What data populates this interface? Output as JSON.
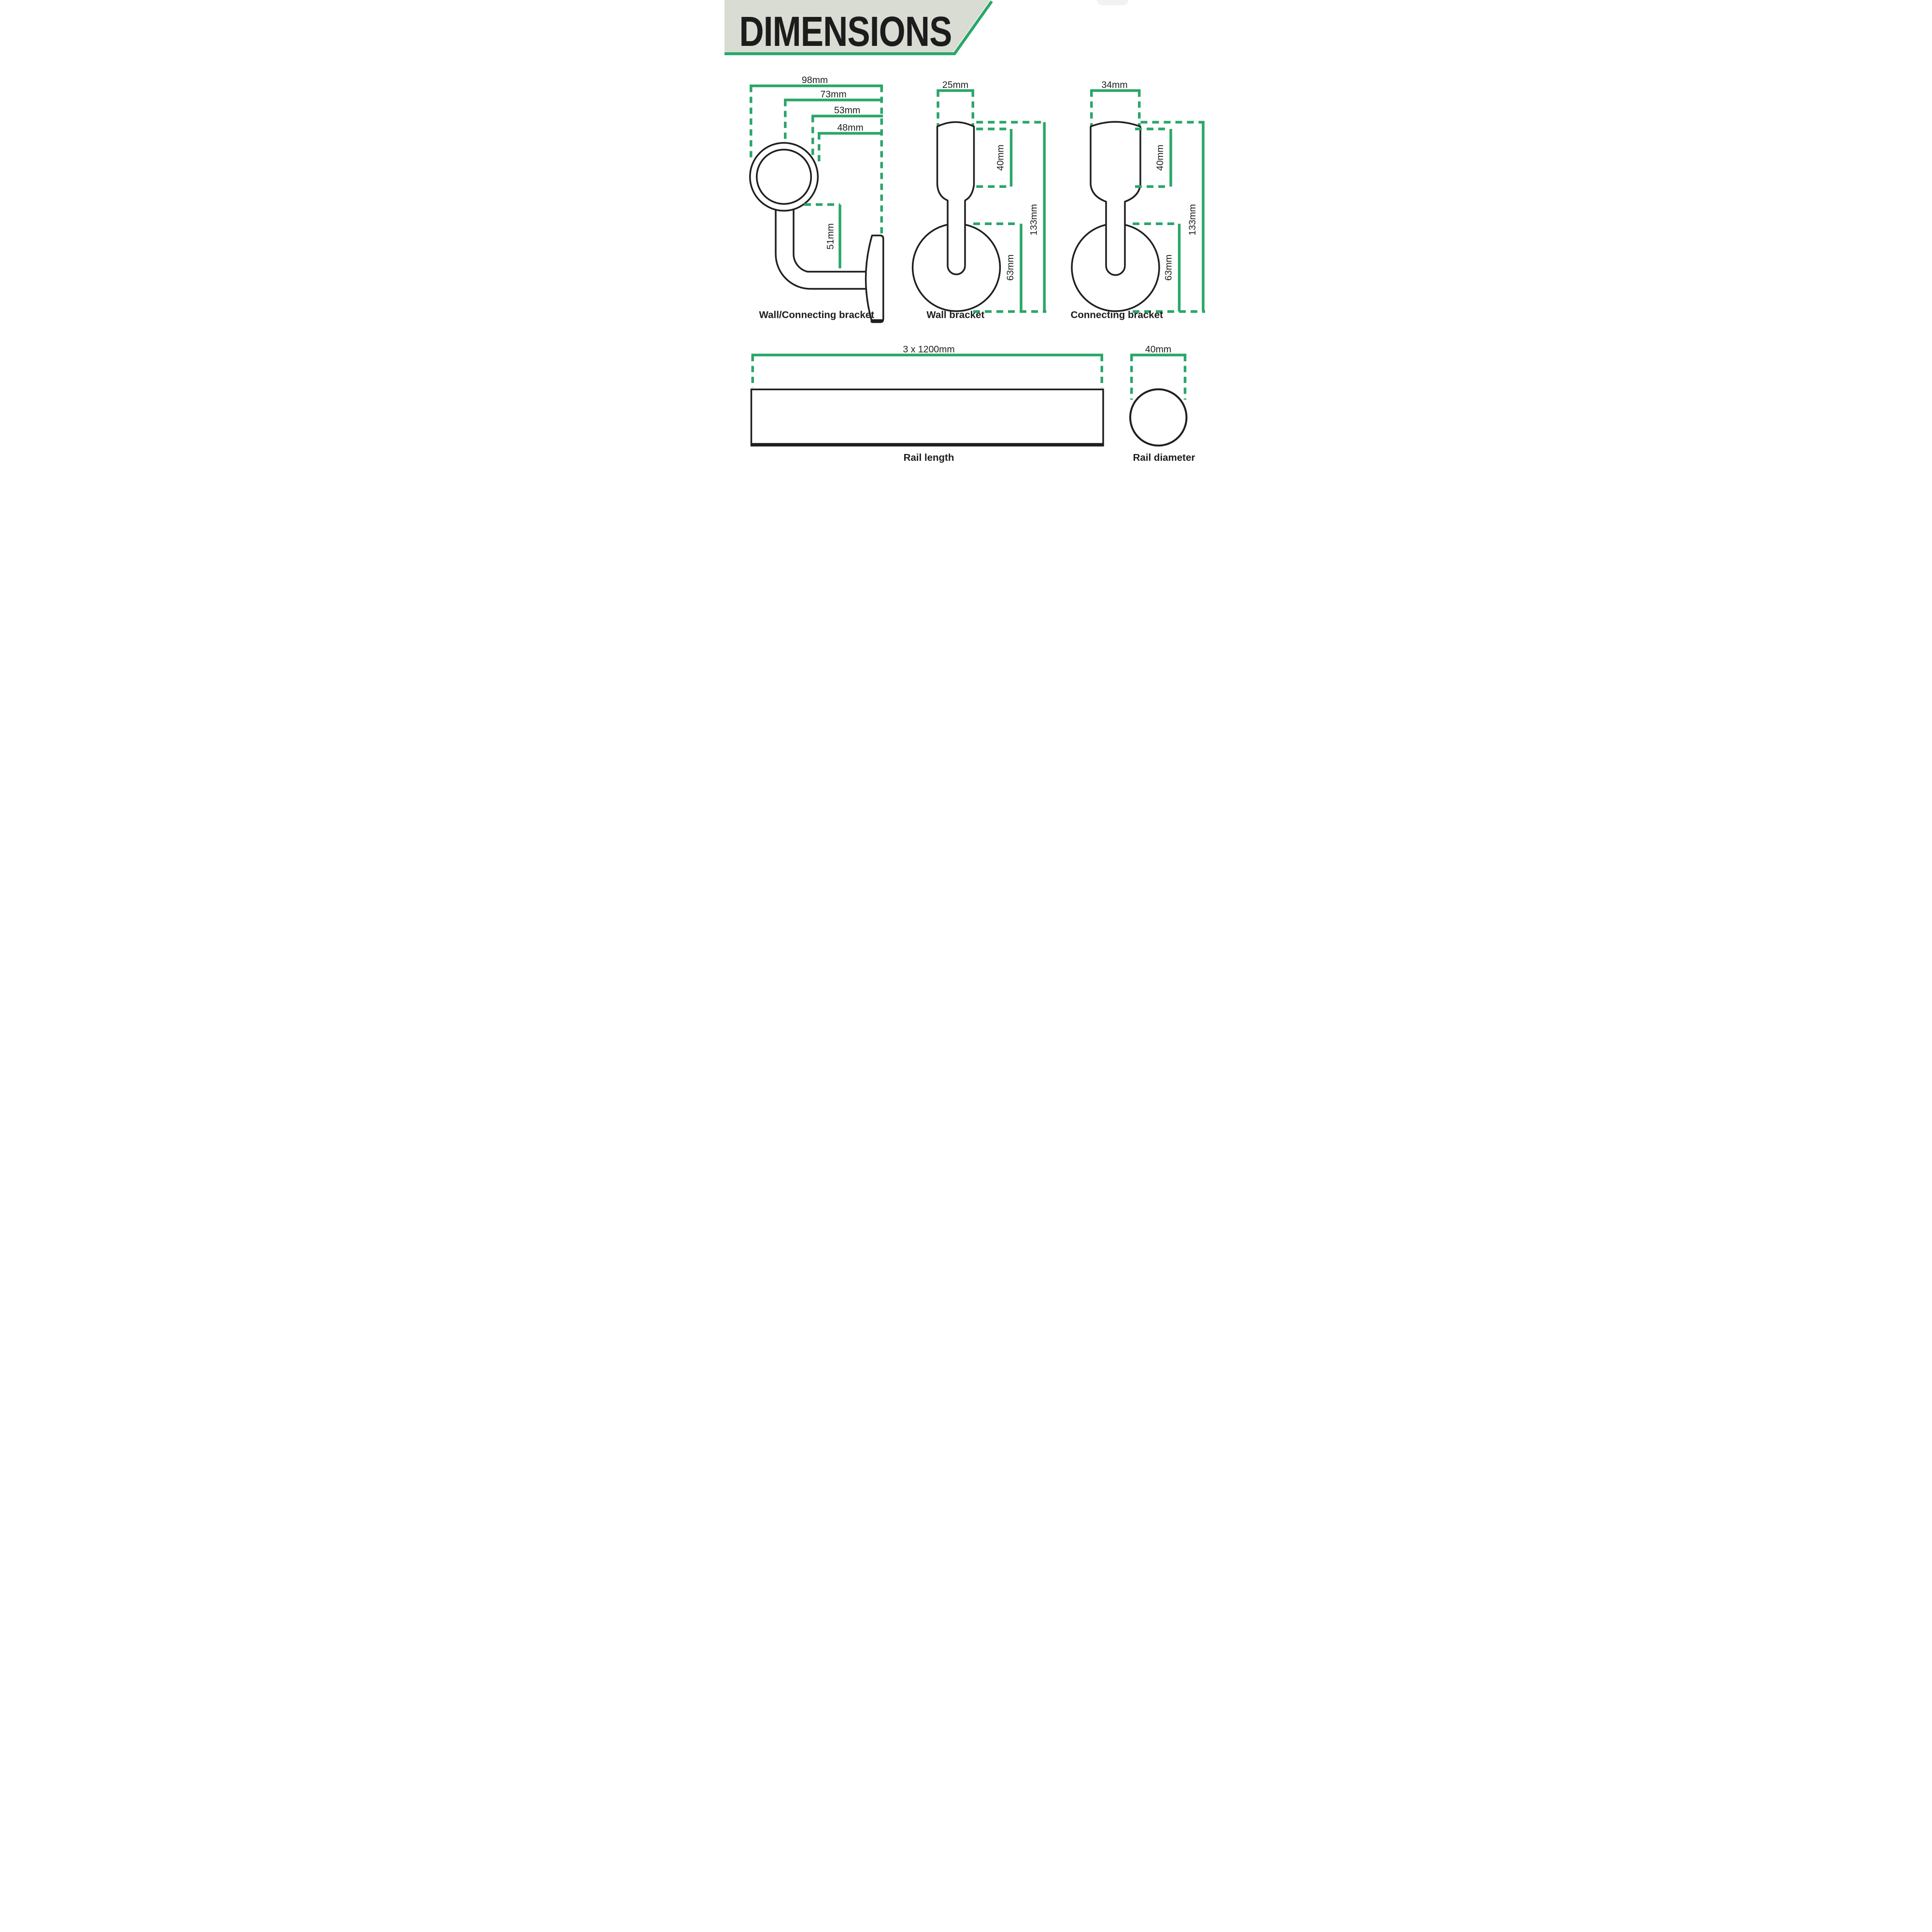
{
  "colors": {
    "green": "#2aa669",
    "banner_bg": "#d9dcd3",
    "ink": "#1f1f1f"
  },
  "header": {
    "title": "DIMENSIONS"
  },
  "brackets": {
    "wall_connecting": {
      "label": "Wall/Connecting bracket",
      "dim_overall": "98mm",
      "dim_center": "73mm",
      "dim_inner": "53mm",
      "dim_outer": "48mm",
      "dim_drop": "51mm"
    },
    "wall": {
      "label": "Wall bracket",
      "dim_top_width": "25mm",
      "dim_head_height": "40mm",
      "dim_total_height": "133mm",
      "dim_plate_diameter": "63mm"
    },
    "connecting": {
      "label": "Connecting bracket",
      "dim_top_width": "34mm",
      "dim_head_height": "40mm",
      "dim_total_height": "133mm",
      "dim_plate_diameter": "63mm"
    }
  },
  "rail": {
    "length_label": "Rail length",
    "length_dim": "3 x 1200mm",
    "diameter_label": "Rail diameter",
    "diameter_dim": "40mm"
  }
}
